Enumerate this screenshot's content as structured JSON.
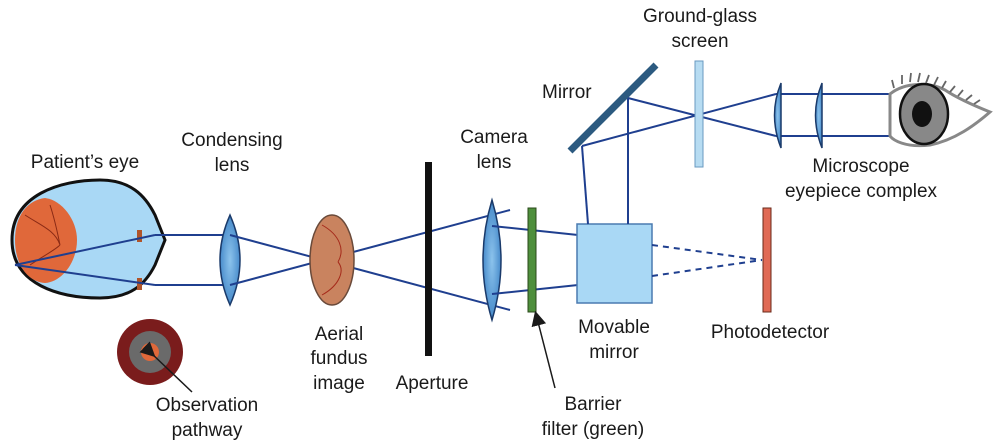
{
  "title": "Fundus camera optical pathway",
  "labels": {
    "patients_eye": "Patient’s eye",
    "condensing_lens": [
      "Condensing",
      "lens"
    ],
    "aerial_fundus_image": [
      "Aerial",
      "fundus",
      "image"
    ],
    "aperture": "Aperture",
    "camera_lens": [
      "Camera",
      "lens"
    ],
    "barrier_filter": [
      "Barrier",
      "filter (green)"
    ],
    "movable_mirror": [
      "Movable",
      "mirror"
    ],
    "photodetector": "Photodetector",
    "mirror": "Mirror",
    "ground_glass_screen": [
      "Ground-glass",
      "screen"
    ],
    "microscope_eyepiece": [
      "Microscope",
      "eyepiece complex"
    ],
    "observation_pathway": [
      "Observation",
      "pathway"
    ]
  },
  "colors": {
    "ray": "#1f3f8f",
    "eye_fill": "#a9d8f5",
    "fundus": "#e0683a",
    "lens": "#4a90d0",
    "barrier_filter": "#4e8f3c",
    "movable_mirror": "#a9d8f5",
    "photodetector": "#e06a55",
    "mirror": "#2c5a80",
    "ground_glass": "#b7dcf2",
    "aerial_image": "#c9835f"
  }
}
